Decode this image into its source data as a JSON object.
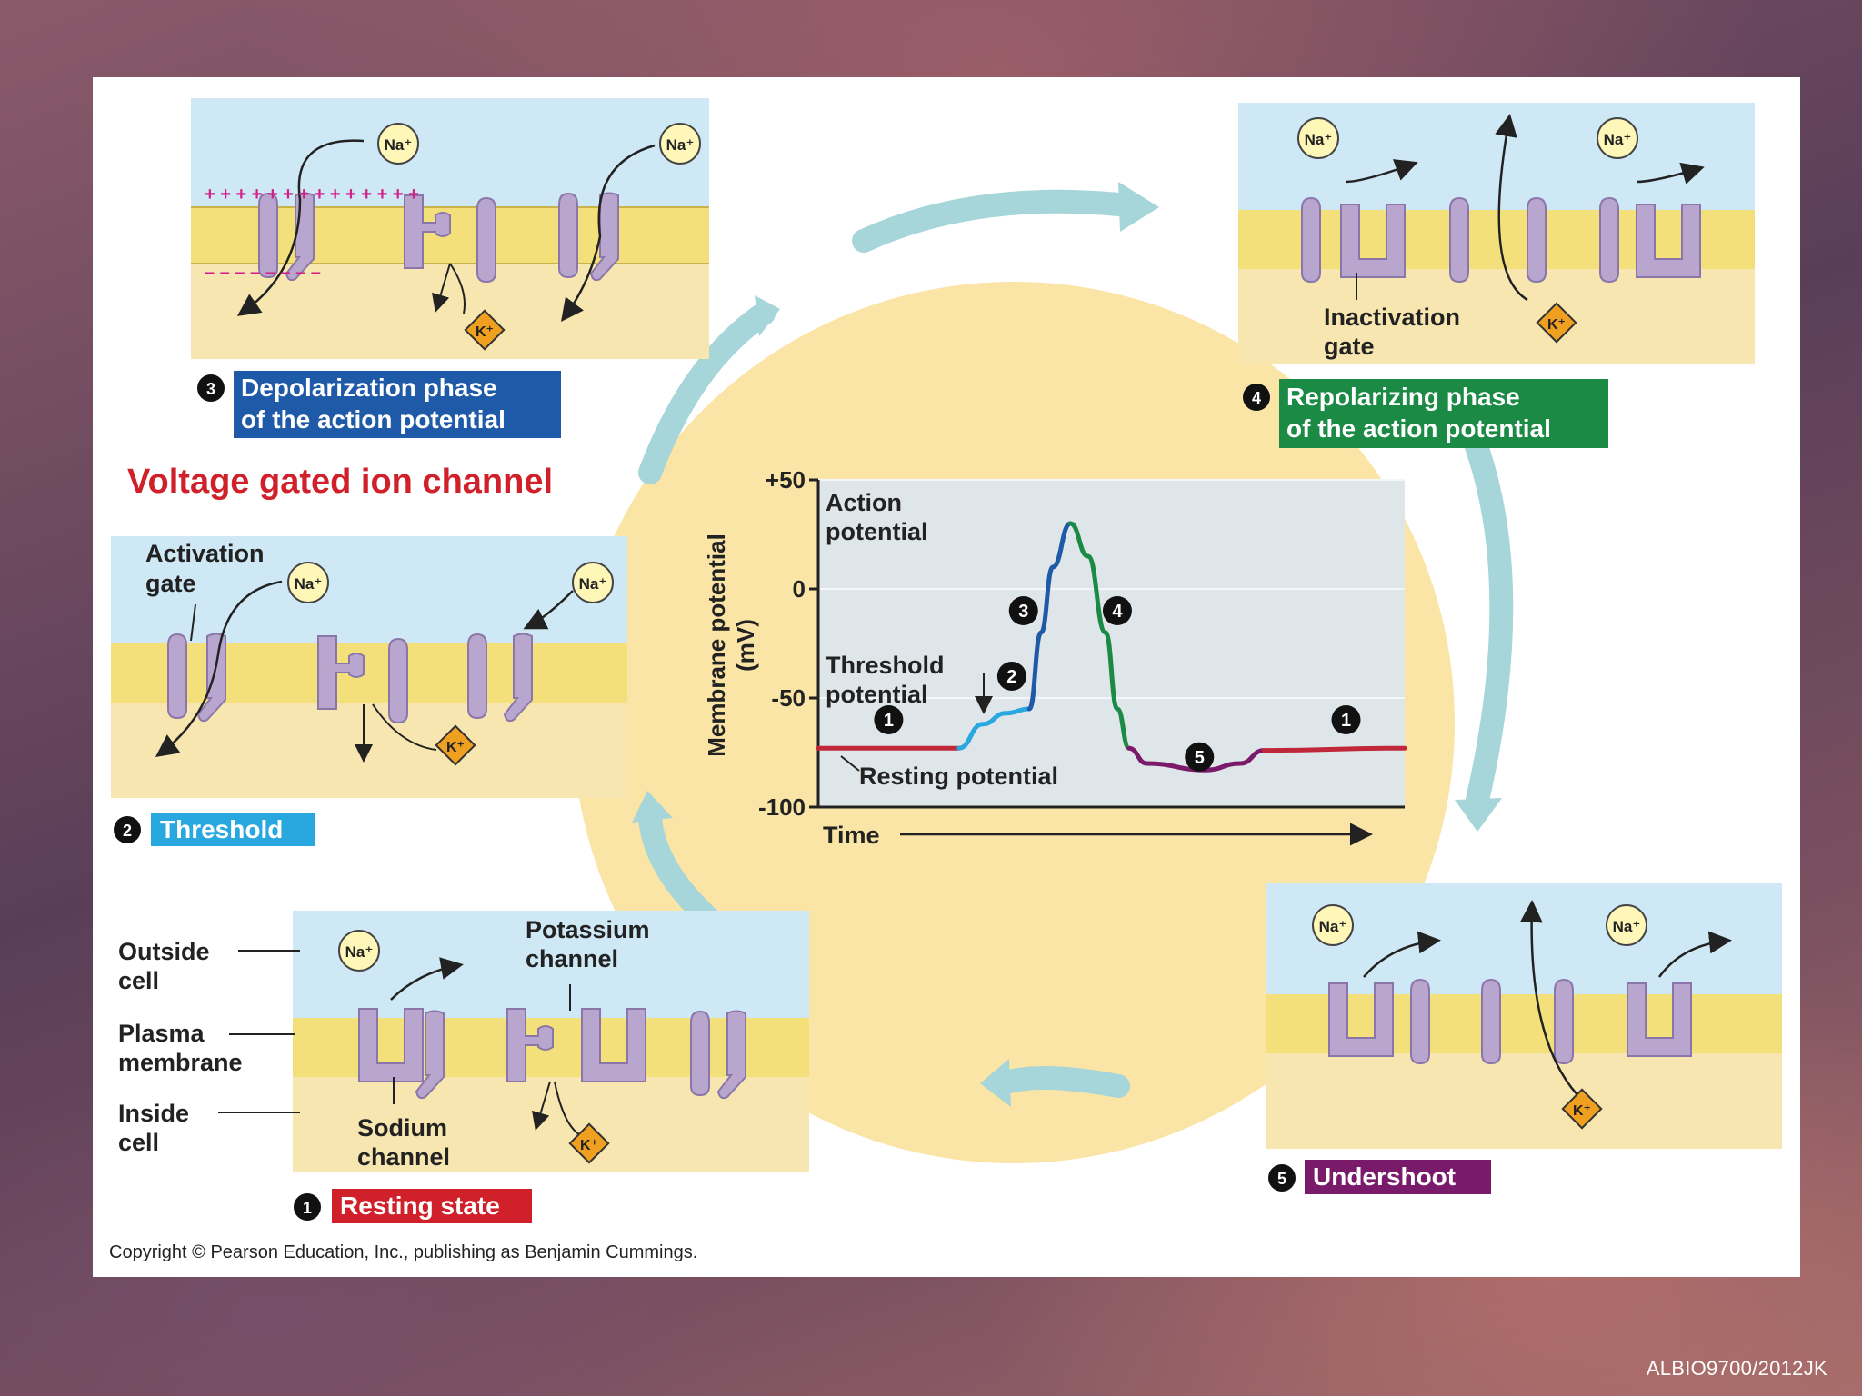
{
  "title": "Voltage gated ion channel",
  "credit": "ALBIO9700/2012JK",
  "copyright": "Copyright © Pearson Education, Inc., publishing as Benjamin Cummings.",
  "phases": {
    "p1": {
      "num": "1",
      "label": "Resting state",
      "color": "#d0202a"
    },
    "p2": {
      "num": "2",
      "label": "Threshold",
      "color": "#29a8e0"
    },
    "p3": {
      "num": "3",
      "label_line1": "Depolarization phase",
      "label_line2": "of the action potential",
      "color": "#1f5aa8"
    },
    "p4": {
      "num": "4",
      "label_line1": "Repolarizing phase",
      "label_line2": "of the action potential",
      "color": "#1a8a45"
    },
    "p5": {
      "num": "5",
      "label": "Undershoot",
      "color": "#7a1a6a"
    }
  },
  "callouts": {
    "outside_1": "Outside",
    "outside_2": "cell",
    "plasma_1": "Plasma",
    "plasma_2": "membrane",
    "inside_1": "Inside",
    "inside_2": "cell",
    "potassium_1": "Potassium",
    "potassium_2": "channel",
    "sodium_1": "Sodium",
    "sodium_2": "channel",
    "activation_1": "Activation",
    "activation_2": "gate",
    "inactivation_1": "Inactivation",
    "inactivation_2": "gate"
  },
  "ions": {
    "na": "Na⁺",
    "k": "K⁺"
  },
  "chart": {
    "ylabel_1": "Membrane potential",
    "ylabel_2": "(mV)",
    "xlabel": "Time",
    "action_1": "Action",
    "action_2": "potential",
    "threshold_1": "Threshold",
    "threshold_2": "potential",
    "resting": "Resting potential",
    "markers": [
      "1",
      "2",
      "3",
      "4",
      "5",
      "1"
    ]
  },
  "chart_data": {
    "type": "line",
    "xlabel": "Time",
    "ylabel": "Membrane potential (mV)",
    "ylim": [
      -100,
      50
    ],
    "yticks": [
      "+50",
      "0",
      "-50",
      "-100"
    ],
    "ytick_values": [
      50,
      0,
      -50,
      -100
    ],
    "series": [
      {
        "color": "#c0283a",
        "points": [
          [
            0,
            -73
          ],
          [
            12,
            -73
          ]
        ]
      },
      {
        "color": "#29a8e0",
        "points": [
          [
            12,
            -73
          ],
          [
            14,
            -62
          ],
          [
            16,
            -57
          ],
          [
            18,
            -55
          ]
        ]
      },
      {
        "color": "#1f5aa8",
        "points": [
          [
            18,
            -55
          ],
          [
            19,
            -20
          ],
          [
            20,
            10
          ],
          [
            21.5,
            30
          ]
        ]
      },
      {
        "color": "#1a8a45",
        "points": [
          [
            21.5,
            30
          ],
          [
            23,
            15
          ],
          [
            24.5,
            -20
          ],
          [
            25.5,
            -55
          ],
          [
            26.5,
            -73
          ]
        ]
      },
      {
        "color": "#7a1a6a",
        "points": [
          [
            26.5,
            -73
          ],
          [
            28,
            -80
          ],
          [
            33,
            -83
          ],
          [
            36,
            -80
          ],
          [
            38,
            -74
          ]
        ]
      },
      {
        "color": "#c0283a",
        "points": [
          [
            38,
            -74
          ],
          [
            50,
            -73
          ]
        ]
      }
    ],
    "threshold_mV": -55,
    "resting_mV": -73
  },
  "colors": {
    "extracellular": "#cfe8f5",
    "membrane": "#f3e07a",
    "intracellular": "#f7e6b0",
    "channel": "#b8a6cf",
    "cycle_arrow": "#9ed2d6",
    "circle": "#fbe5a6"
  }
}
